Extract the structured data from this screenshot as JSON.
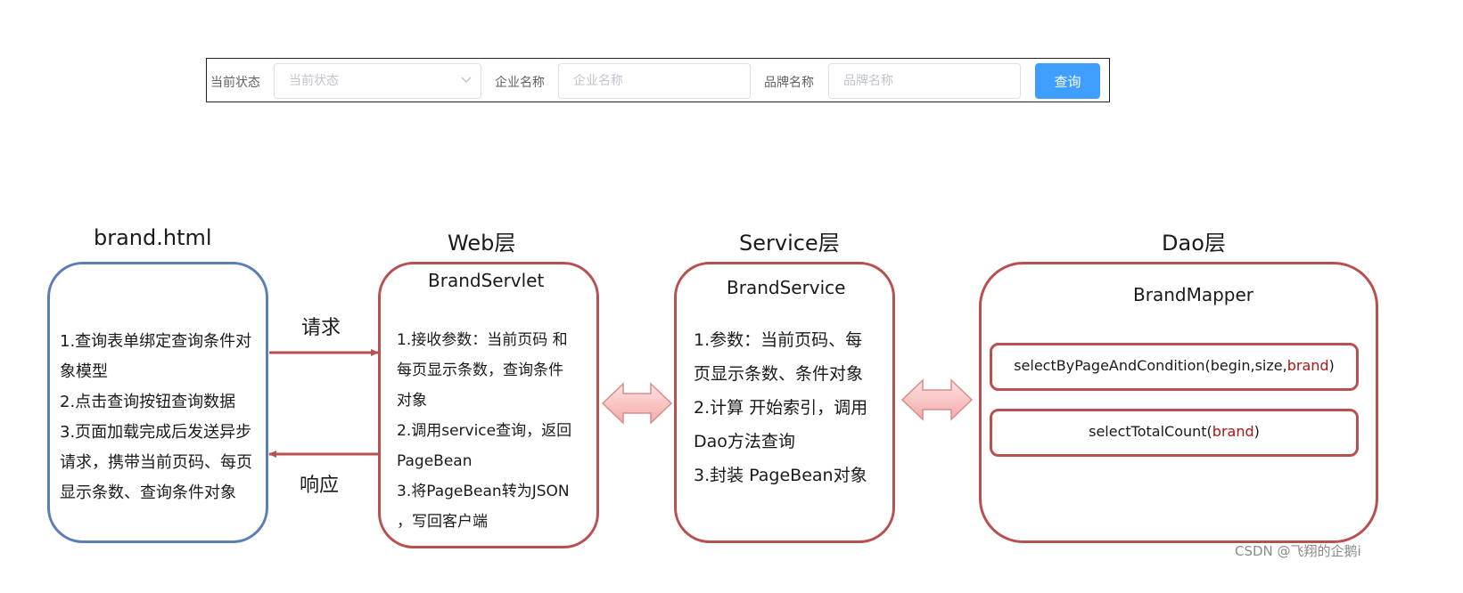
{
  "search_form": {
    "status_label": "当前状态",
    "status_placeholder": "当前状态",
    "company_label": "企业名称",
    "company_placeholder": "企业名称",
    "brand_label": "品牌名称",
    "brand_placeholder": "品牌名称",
    "query_button": "查询",
    "button_color": "#409eff"
  },
  "diagram": {
    "layers": {
      "frontend": "brand.html",
      "web": "Web层",
      "service": "Service层",
      "dao": "Dao层"
    },
    "frontend_box": {
      "lines": [
        "1.查询表单绑定查询条件对",
        "象模型",
        "2.点击查询按钮查询数据",
        "3.页面加载完成后发送异步",
        "请求，携带当前页码、每页",
        "显示条数、查询条件对象"
      ]
    },
    "web_box": {
      "title": "BrandServlet",
      "lines": [
        "1.接收参数：当前页码 和",
        "每页显示条数，查询条件",
        "对象",
        "2.调用service查询，返回",
        "PageBean",
        "3.将PageBean转为JSON",
        "，写回客户端"
      ]
    },
    "service_box": {
      "title": "BrandService",
      "lines": [
        "1.参数：当前页码、每",
        "页显示条数、条件对象",
        "2.计算 开始索引，调用",
        "Dao方法查询",
        "3.封装 PageBean对象"
      ]
    },
    "dao_box": {
      "title": "BrandMapper",
      "method1_prefix": "selectByPageAndCondition(begin,size,",
      "method1_param": "brand",
      "method1_suffix": ")",
      "method2_prefix": "selectTotalCount(",
      "method2_param": "brand",
      "method2_suffix": ")"
    },
    "request_label": "请求",
    "response_label": "响应",
    "colors": {
      "frontend_border": "#5a7fb5",
      "layer_border": "#b85050",
      "param_text": "#b01414",
      "double_arrow_fill": "#f9c4c4"
    }
  },
  "watermark": "CSDN @飞翔的企鹅i"
}
